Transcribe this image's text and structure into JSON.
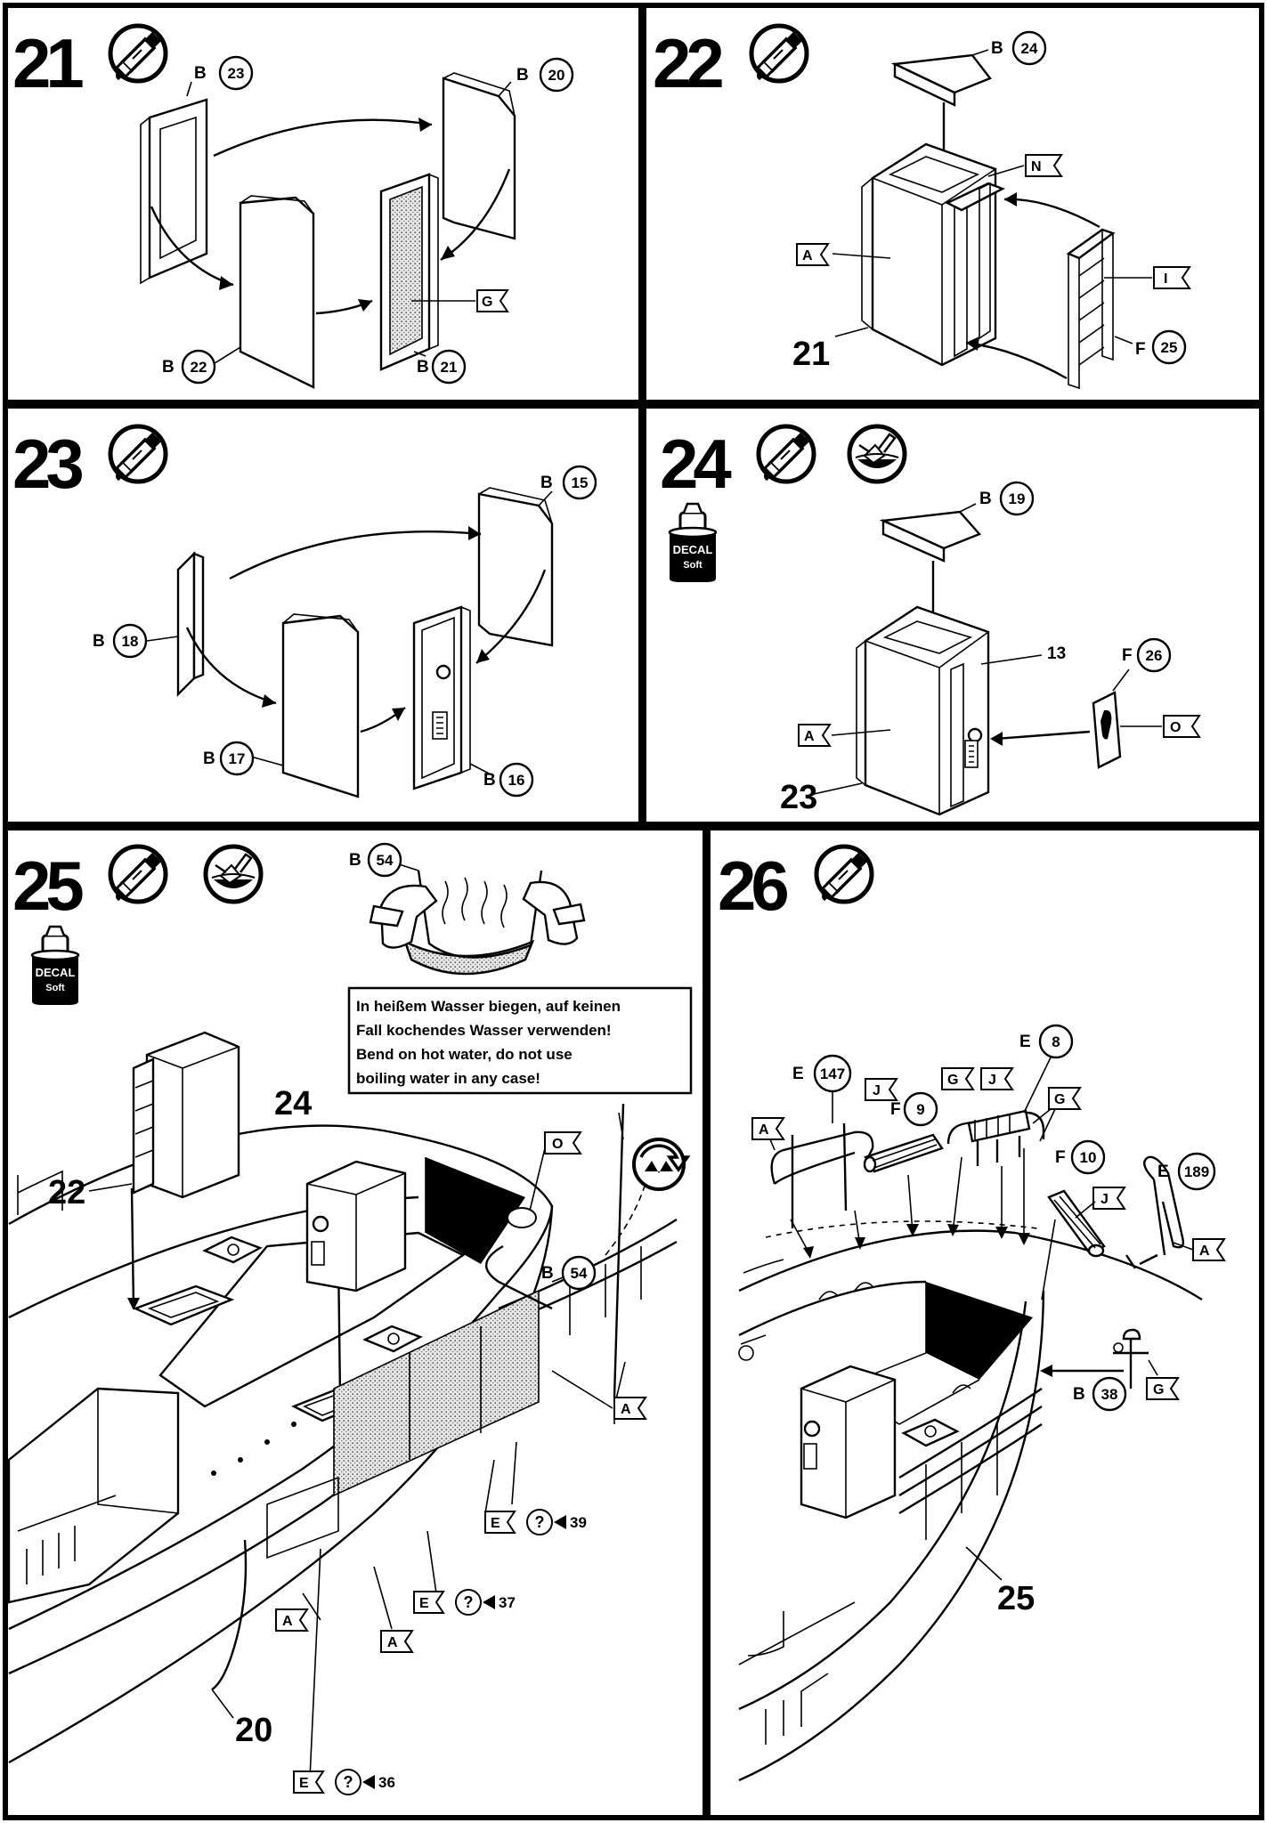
{
  "steps": [
    {
      "number": "21",
      "parts": {
        "p23": [
          "B",
          "23"
        ],
        "p20": [
          "B",
          "20"
        ],
        "p22": [
          "B",
          "22"
        ],
        "p21": [
          "B",
          "21"
        ]
      },
      "flags": {
        "g": "G"
      }
    },
    {
      "number": "22",
      "parts": {
        "p24": [
          "B",
          "24"
        ],
        "p25": [
          "F",
          "25"
        ]
      },
      "flags": {
        "n": "N",
        "a": "A",
        "i": "I"
      },
      "sub": "21"
    },
    {
      "number": "23",
      "parts": {
        "p15": [
          "B",
          "15"
        ],
        "p18": [
          "B",
          "18"
        ],
        "p17": [
          "B",
          "17"
        ],
        "p16": [
          "B",
          "16"
        ]
      }
    },
    {
      "number": "24",
      "parts": {
        "p19": [
          "B",
          "19"
        ],
        "p26": [
          "F",
          "26"
        ]
      },
      "flags": {
        "a": "A",
        "o": "O"
      },
      "sub": "23",
      "ref": "13",
      "decal": [
        "DECAL",
        "Soft"
      ]
    },
    {
      "number": "25",
      "parts": {
        "p54": [
          "B",
          "54"
        ],
        "p54b": [
          "B",
          "54"
        ]
      },
      "flags": {
        "o": "O",
        "a1": "A",
        "a2": "A",
        "a3": "A",
        "e39": "E",
        "e37": "E",
        "e36": "E"
      },
      "subs": {
        "s22": "22",
        "s24": "24",
        "s20": "20"
      },
      "decal": [
        "DECAL",
        "Soft"
      ],
      "marks": {
        "q39": "39",
        "q37": "37",
        "q36": "36"
      }
    },
    {
      "number": "26",
      "parts": {
        "p147": [
          "E",
          "147"
        ],
        "p8": [
          "E",
          "8"
        ],
        "p9": [
          "F",
          "9"
        ],
        "p10": [
          "F",
          "10"
        ],
        "p189": [
          "E",
          "189"
        ],
        "p38": [
          "B",
          "38"
        ]
      },
      "flags": {
        "a1": "A",
        "j1": "J",
        "g1": "G",
        "j2": "J",
        "g2": "G",
        "j3": "J",
        "a2": "A",
        "g3": "G"
      },
      "sub": "25"
    }
  ],
  "note": {
    "lines": [
      "In heißem Wasser biegen, auf keinen",
      "Fall kochendes Wasser verwenden!",
      "Bend on hot water, do not use",
      "boiling water in any case!"
    ]
  },
  "icons": {
    "glue": "glue-tube-icon",
    "decal_water": "decal-water-dip-icon",
    "rotate": "rotate-view-icon",
    "decal_bottle": "decal-soft-bottle-icon",
    "question": "question-mark-icon"
  }
}
